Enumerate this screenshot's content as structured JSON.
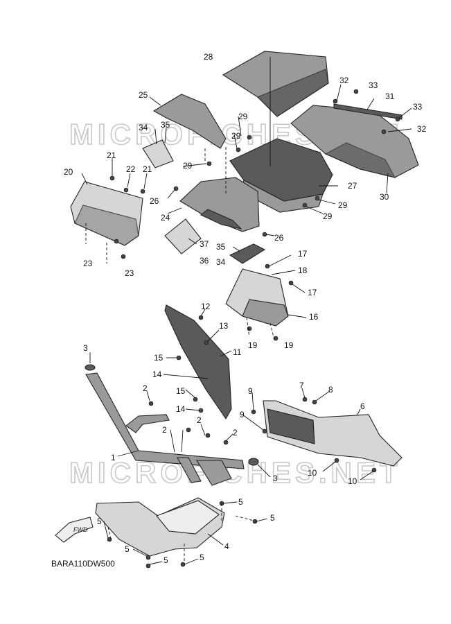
{
  "watermark": "MICROFICHES.NET",
  "drawing_code": "BARA110DW500",
  "fwd_label": "FWD",
  "callouts": {
    "c1": "1",
    "c2a": "2",
    "c2b": "2",
    "c2c": "2",
    "c2d": "2",
    "c3a": "3",
    "c3b": "3",
    "c4": "4",
    "c5a": "5",
    "c5b": "5",
    "c5c": "5",
    "c5d": "5",
    "c5e": "5",
    "c5f": "5",
    "c6": "6",
    "c7": "7",
    "c8": "8",
    "c9a": "9",
    "c9b": "9",
    "c10a": "10",
    "c10b": "10",
    "c11": "11",
    "c12": "12",
    "c13": "13",
    "c14a": "14",
    "c14b": "14",
    "c15a": "15",
    "c15b": "15",
    "c16": "16",
    "c17a": "17",
    "c17b": "17",
    "c18": "18",
    "c19a": "19",
    "c19b": "19",
    "c20": "20",
    "c21a": "21",
    "c21b": "21",
    "c22": "22",
    "c23a": "23",
    "c23b": "23",
    "c24": "24",
    "c25": "25",
    "c26a": "26",
    "c26b": "26",
    "c27": "27",
    "c28": "28",
    "c29a": "29",
    "c29b": "29",
    "c29c": "29",
    "c29d": "29",
    "c29e": "29",
    "c30": "30",
    "c31": "31",
    "c32a": "32",
    "c32b": "32",
    "c33a": "33",
    "c33b": "33",
    "c34a": "34",
    "c34b": "34",
    "c35a": "35",
    "c35b": "35",
    "c36": "36",
    "c37": "37"
  }
}
